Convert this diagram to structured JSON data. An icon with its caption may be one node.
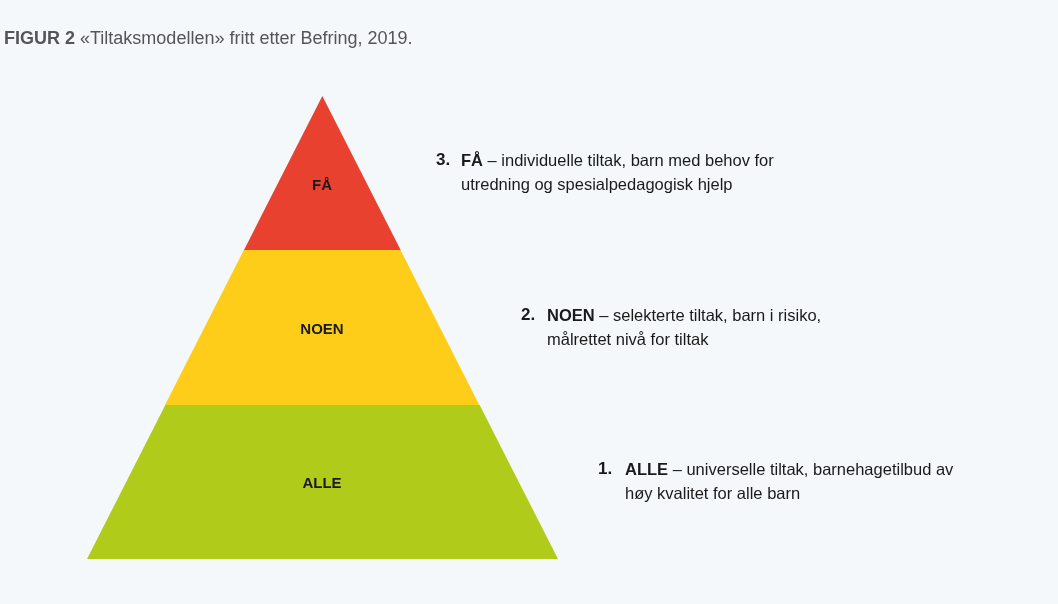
{
  "diagram": {
    "title": "**FIGUR 2** «Tiltaksmodellen» fritt etter Befring, 2019.",
    "nodes": [
      {
        "text": [
          "FÅ"
        ],
        "beside": [
          "3.",
          "**FÅ** – individuelle tiltak, barn med behov for utredning og spesialpedagogisk hjelp"
        ]
      },
      {
        "text": [
          "NOEN"
        ],
        "beside": [
          "2.",
          "**NOEN** – selekterte tiltak, barn i risiko, målrettet nivå for tiltak"
        ]
      },
      {
        "text": [
          "ALLE"
        ],
        "beside": [
          "1.",
          "**ALLE** – universelle tiltak, barnehagetilbud av høy kvalitet for alle barn"
        ]
      }
    ],
    "edges": []
  }
}
